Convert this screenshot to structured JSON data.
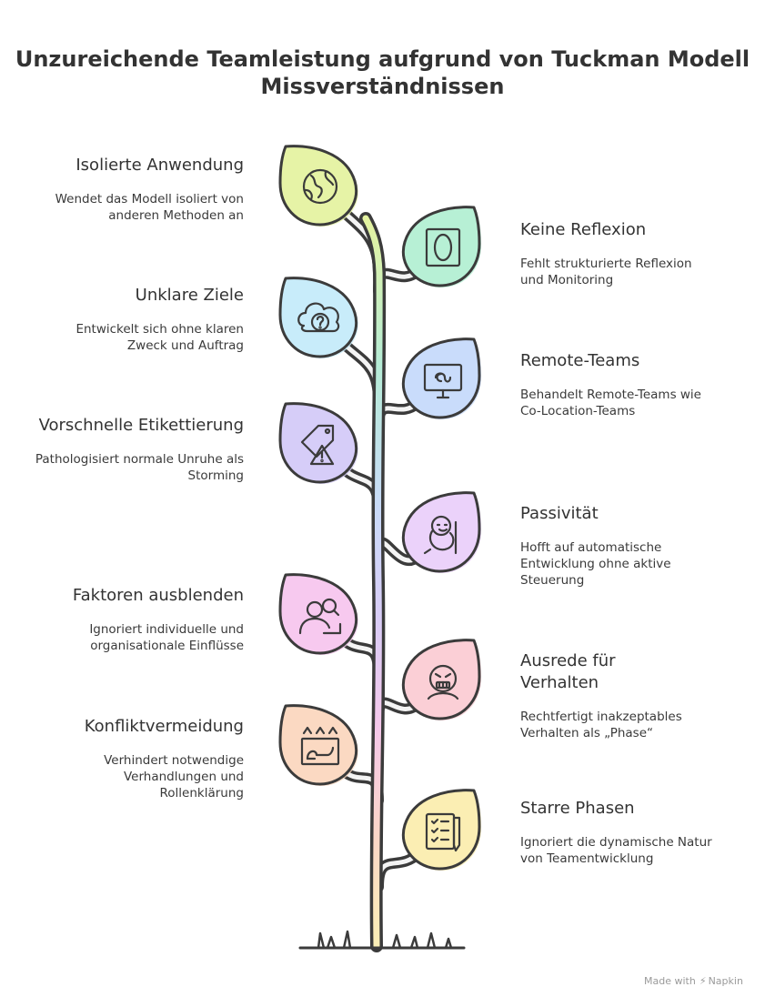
{
  "title_line1": "Unzureichende Teamleistung aufgrund von Tuckman Modell",
  "title_line2": "Missverständnissen",
  "credit": {
    "made_with": "Made with",
    "brand": "Napkin"
  },
  "items": [
    {
      "side": "left",
      "title": "Isolierte Anwendung",
      "desc": "Wendet das Modell isoliert von anderen Methoden an",
      "icon": "puzzle-globe-icon",
      "color": "#e6f3a6"
    },
    {
      "side": "right",
      "title": "Keine Reflexion",
      "desc": "Fehlt strukturierte Reflexion und Monitoring",
      "icon": "mirror-icon",
      "color": "#b7f0d5"
    },
    {
      "side": "left",
      "title": "Unklare Ziele",
      "desc": "Entwickelt sich ohne klaren Zweck und Auftrag",
      "icon": "cloud-question-icon",
      "color": "#c8ecfa"
    },
    {
      "side": "right",
      "title": "Remote-Teams",
      "desc": "Behandelt Remote-Teams wie Co-Location-Teams",
      "icon": "monitor-link-icon",
      "color": "#c9dcfb"
    },
    {
      "side": "left",
      "title": "Vorschnelle Etikettierung",
      "desc": "Pathologisiert normale Unruhe als Storming",
      "icon": "tag-warning-icon",
      "color": "#d6cdf8"
    },
    {
      "side": "right",
      "title": "Passivität",
      "desc": "Hofft auf automatische Entwicklung ohne aktive Steuerung",
      "icon": "sloth-icon",
      "color": "#ebd2fa"
    },
    {
      "side": "left",
      "title": "Faktoren ausblenden",
      "desc": "Ignoriert individuelle und organisationale Einflüsse",
      "icon": "user-search-icon",
      "color": "#f7c9ef"
    },
    {
      "side": "right",
      "title": "Ausrede für Verhalten",
      "desc": "Rechtfertigt inakzeptables Verhalten als „Phase“",
      "icon": "angry-face-icon",
      "color": "#fbcfd6"
    },
    {
      "side": "left",
      "title": "Konfliktvermeidung",
      "desc": "Verhindert notwendige Verhandlungen und Rollenklärung",
      "icon": "sweep-under-rug-icon",
      "color": "#fbd9c2"
    },
    {
      "side": "right",
      "title": "Starre Phasen",
      "desc": "Ignoriert die dynamische Natur von Teamentwicklung",
      "icon": "checklist-scroll-icon",
      "color": "#fbeeb3"
    }
  ]
}
